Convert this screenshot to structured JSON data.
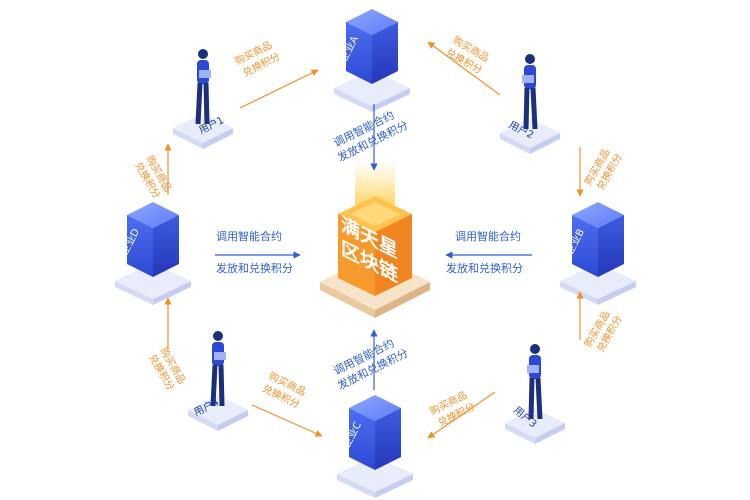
{
  "center": {
    "line1": "满天星",
    "line2": "区块链",
    "colors": {
      "top": "#FFB23E",
      "left": "#F79A2E",
      "right": "#F18520",
      "glow": "#FFE28A"
    }
  },
  "companies": {
    "a": "企业A",
    "b": "企业B",
    "c": "企业C",
    "d": "企业D"
  },
  "users": {
    "u1": "用户1",
    "u2": "用户2",
    "u3": "用户3",
    "u4": "用户4"
  },
  "contract": {
    "line1": "调用智能合约",
    "line2": "发放和兑换积分"
  },
  "purchase": {
    "line1": "购买商品",
    "line2": "兑换积分"
  },
  "colors": {
    "blue": "#2F5FD8",
    "orange": "#F0922C",
    "platform": "#E9ECFB"
  }
}
